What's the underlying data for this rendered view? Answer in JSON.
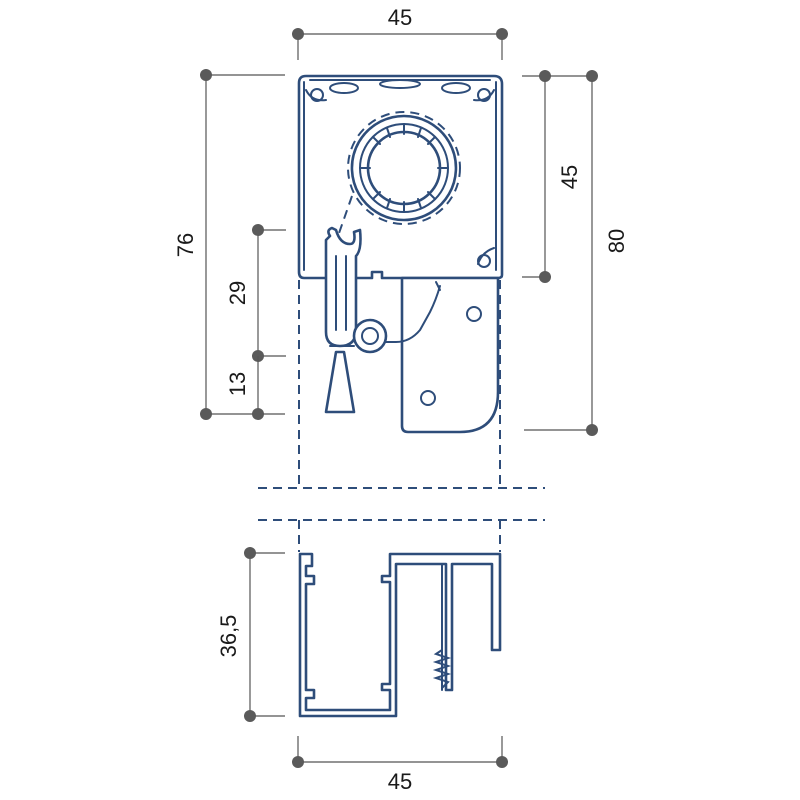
{
  "dimensions": {
    "top_width": "45",
    "bottom_width": "45",
    "left_total_height": "76",
    "right_total_height": "80",
    "right_box_height": "45",
    "left_mid_height": "29",
    "left_small_height": "13",
    "rail_height": "36,5"
  },
  "colors": {
    "profile_stroke": "#2e4d7a",
    "dimension_line": "#555555",
    "dimension_dot": "#5a5a5a"
  }
}
